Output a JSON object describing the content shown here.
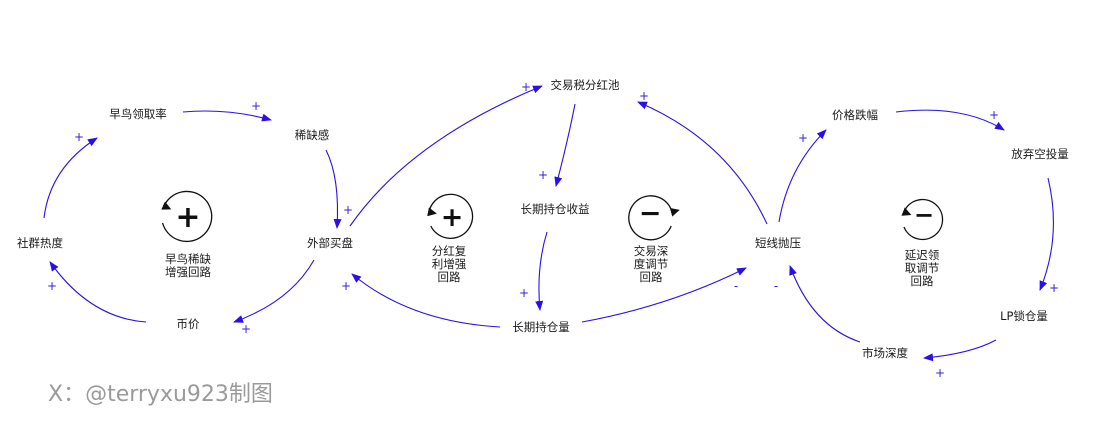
{
  "colors": {
    "edge": "#2a10e8",
    "polarity": "#3322dd",
    "text": "#1a1a1a",
    "watermark": "#9a9a9a"
  },
  "nodes": {
    "early_bird_rate": "早鸟领取率",
    "scarcity": "稀缺感",
    "community_heat": "社群热度",
    "external_buying": "外部买盘",
    "coin_price": "币价",
    "dividend_pool": "交易税分红池",
    "long_term_yield": "长期持仓收益",
    "long_term_holding": "长期持仓量",
    "short_term_dumping": "短线抛压",
    "price_drop": "价格跌幅",
    "abandon_shorting": "放弃空投量",
    "lp_locked": "LP锁仓量",
    "market_depth": "市场深度"
  },
  "polarity": {
    "early_to_scarcity": "+",
    "heat_to_early": "+",
    "scarcity_to_buying": "+",
    "price_to_heat": "+",
    "buying_to_price": "+",
    "buying_to_pool": "+",
    "pool_to_yield": "+",
    "yield_to_holding": "+",
    "holding_to_buying": "+",
    "holding_to_dumping": "-",
    "dumping_to_pool": "+",
    "dumping_to_drop": "+",
    "drop_to_abandon": "+",
    "abandon_to_lp": "+",
    "lp_to_depth": "+",
    "depth_to_dumping": "-"
  },
  "loops": {
    "l1": {
      "sign": "+",
      "line1": "早鸟稀缺",
      "line2": "增强回路"
    },
    "l2": {
      "sign": "+",
      "line1": "分红复",
      "line2": "利增强",
      "line3": "回路"
    },
    "l3": {
      "sign": "−",
      "line1": "交易深",
      "line2": "度调节",
      "line3": "回路"
    },
    "l4": {
      "sign": "−",
      "line1": "延迟领",
      "line2": "取调节",
      "line3": "回路"
    }
  },
  "watermark": "X：@terryxu923制图"
}
